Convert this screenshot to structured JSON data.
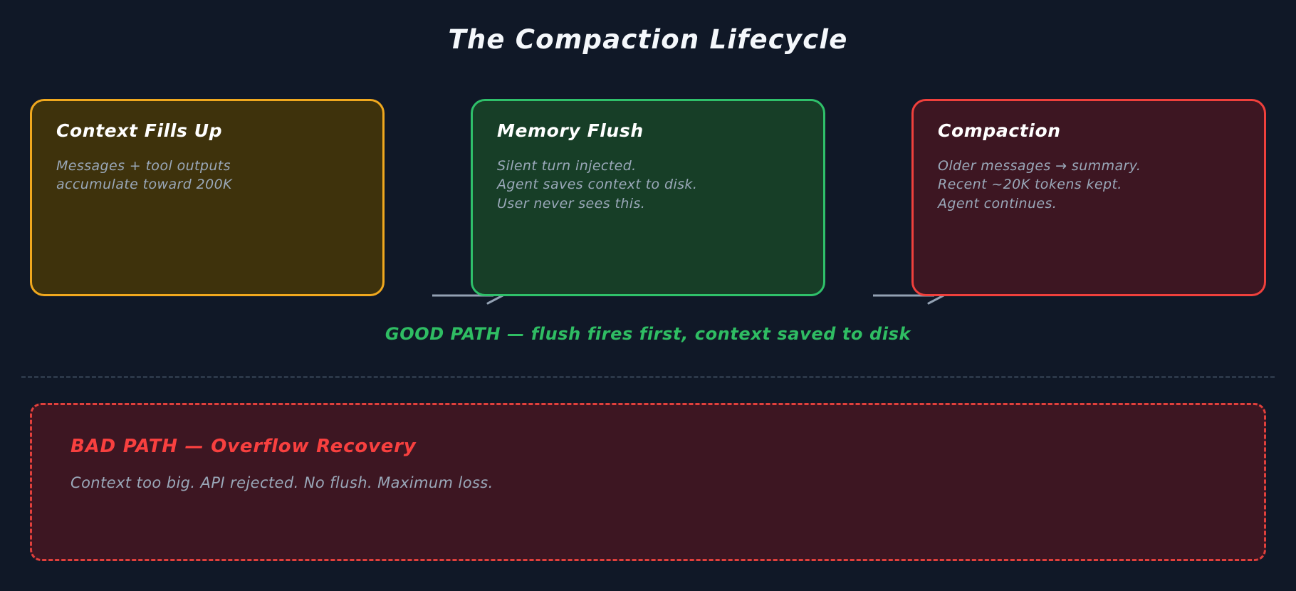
{
  "page": {
    "title": "The Compaction Lifecycle",
    "background_color": "#101827"
  },
  "stages": [
    {
      "title": "Context Fills Up",
      "lines": [
        "Messages + tool outputs",
        "accumulate toward 200K"
      ],
      "border_color": "#f0a81e",
      "fill_color": "#3e320c"
    },
    {
      "title": "Memory Flush",
      "lines": [
        "Silent turn injected.",
        "Agent saves context to disk.",
        "User never sees this."
      ],
      "border_color": "#2fc06a",
      "fill_color": "#173e27"
    },
    {
      "title": "Compaction",
      "lines": [
        "Older messages → summary.",
        "Recent ~20K tokens kept.",
        "Agent continues."
      ],
      "border_color": "#f0403c",
      "fill_color": "#3d1622"
    }
  ],
  "arrows": [
    {
      "name": "arrow-stage1-to-stage2",
      "direction": "right",
      "color": "#93a1b3"
    },
    {
      "name": "arrow-stage2-to-stage3",
      "direction": "right",
      "color": "#93a1b3"
    }
  ],
  "good_path": {
    "caption": "GOOD PATH — flush fires first, context saved to disk",
    "color": "#2fbd63"
  },
  "divider": {
    "style": "dashed",
    "color": "#2c3849"
  },
  "bad_path": {
    "title": "BAD PATH — Overflow Recovery",
    "body": "Context too big. API rejected. No flush. Maximum loss.",
    "title_color": "#f8403f",
    "border_color": "#e0403c",
    "fill_color": "#3d1622",
    "border_style": "dashed"
  }
}
